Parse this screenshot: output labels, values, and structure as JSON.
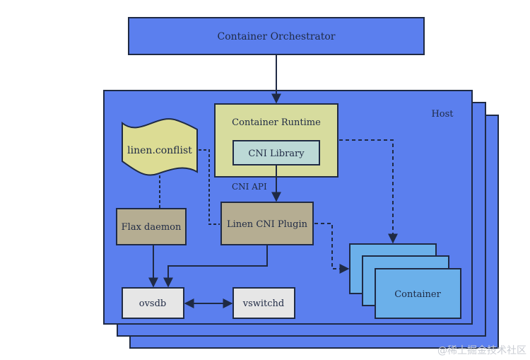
{
  "diagram": {
    "orchestrator": {
      "label": "Container Orchestrator"
    },
    "host": {
      "label": "Host"
    },
    "runtime": {
      "label": "Container Runtime"
    },
    "cni_library": {
      "label": "CNI Library"
    },
    "cni_api": {
      "label": "CNI API"
    },
    "conflist": {
      "label": "linen.conflist"
    },
    "flax_daemon": {
      "label": "Flax daemon"
    },
    "cni_plugin": {
      "label": "Linen CNI Plugin"
    },
    "ovsdb": {
      "label": "ovsdb"
    },
    "vswitchd": {
      "label": "vswitchd"
    },
    "container": {
      "label": "Container"
    }
  },
  "colors": {
    "host_fill": "#5b7fee",
    "border": "#1f2a44",
    "runtime_fill": "#d7dc9e",
    "library_fill": "#bcd9d6",
    "daemon_fill": "#b5ad92",
    "ovs_fill": "#e6e6e6",
    "container_fill": "#6bb0ea",
    "conflist_fill": "#dcdc94"
  },
  "watermark": "@稀土掘金技术社区"
}
